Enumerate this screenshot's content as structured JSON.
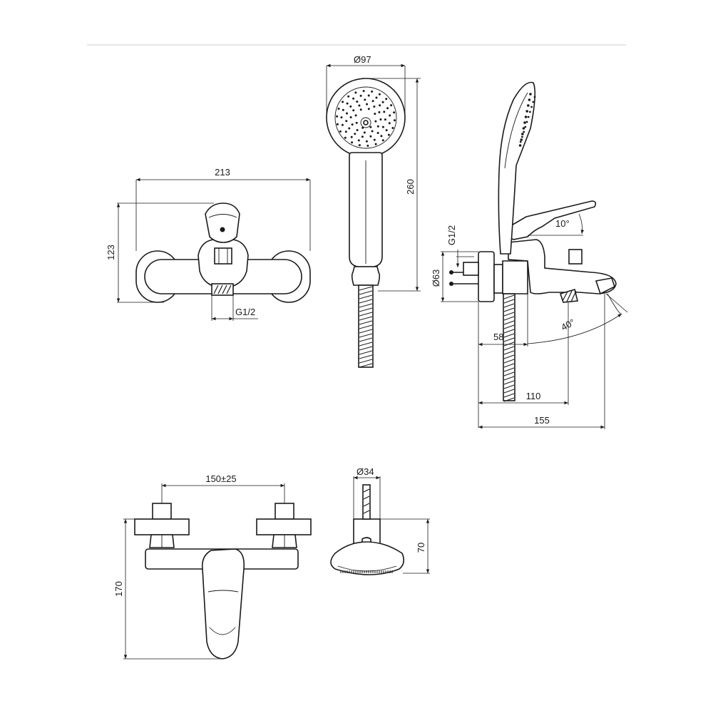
{
  "colors": {
    "line": "#1a1a1a",
    "background": "#ffffff",
    "rule": "#e6e6e6"
  },
  "dimensions": {
    "front_width": "213",
    "front_height": "123",
    "front_thread": "G1/2",
    "handshower_diameter": "97",
    "handshower_length": "260",
    "side_thread": "G1/2",
    "side_diameter": "63",
    "angle_lever": "10°",
    "angle_spout": "40°",
    "side_depth_58": "58",
    "side_depth_110": "110",
    "side_depth_155": "155",
    "top_centers": "150±25",
    "top_depth": "170",
    "holder_diameter": "34",
    "holder_height": "70"
  },
  "symbols": {
    "diameter": "Ø"
  }
}
